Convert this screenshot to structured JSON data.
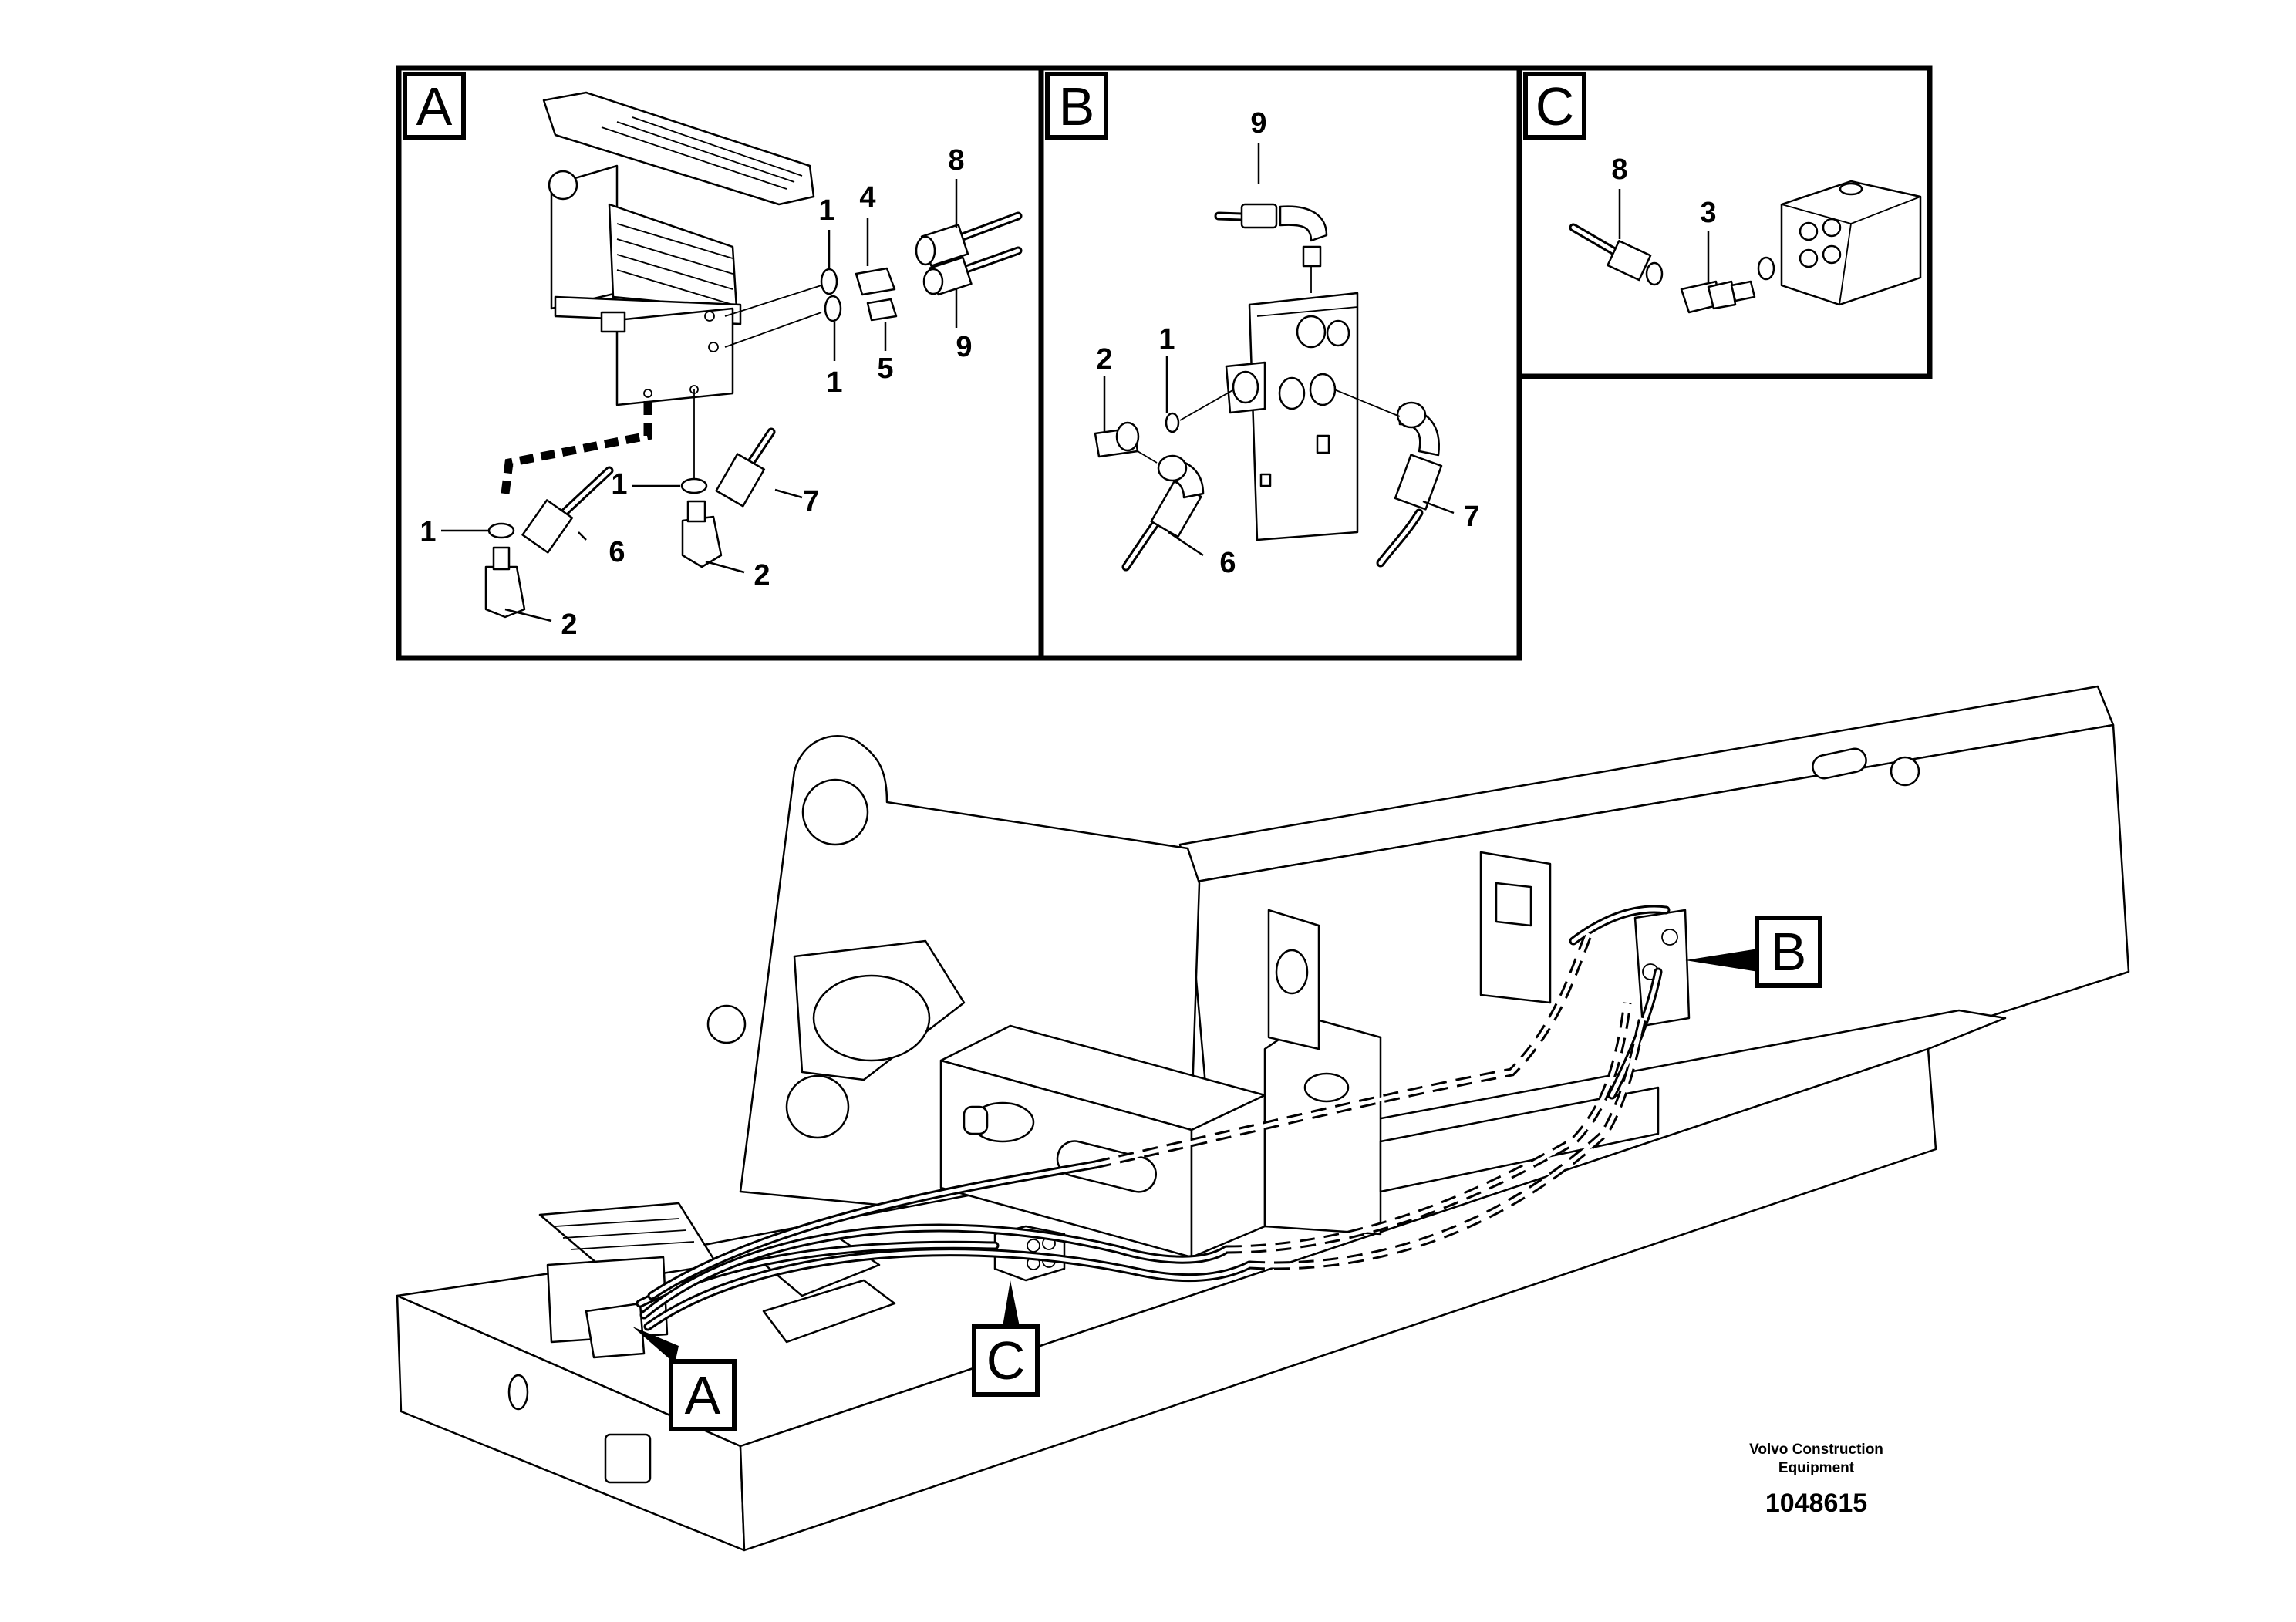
{
  "panels": {
    "A": {
      "letter": "A",
      "callouts": {
        "n1a": "1",
        "n4": "4",
        "n8": "8",
        "n1b": "1",
        "n5": "5",
        "n9": "9",
        "n1c": "1",
        "n6": "6",
        "n1d": "1",
        "n7": "7",
        "n2a": "2",
        "n2b": "2"
      }
    },
    "B": {
      "letter": "B",
      "callouts": {
        "n9": "9",
        "n2": "2",
        "n1": "1",
        "n7": "7",
        "n6": "6"
      }
    },
    "C": {
      "letter": "C",
      "callouts": {
        "n8": "8",
        "n3": "3"
      }
    }
  },
  "main": {
    "label_A": "A",
    "label_B": "B",
    "label_C": "C"
  },
  "footer": {
    "company_line1": "Volvo Construction",
    "company_line2": "Equipment",
    "drawing_number": "1048615"
  }
}
